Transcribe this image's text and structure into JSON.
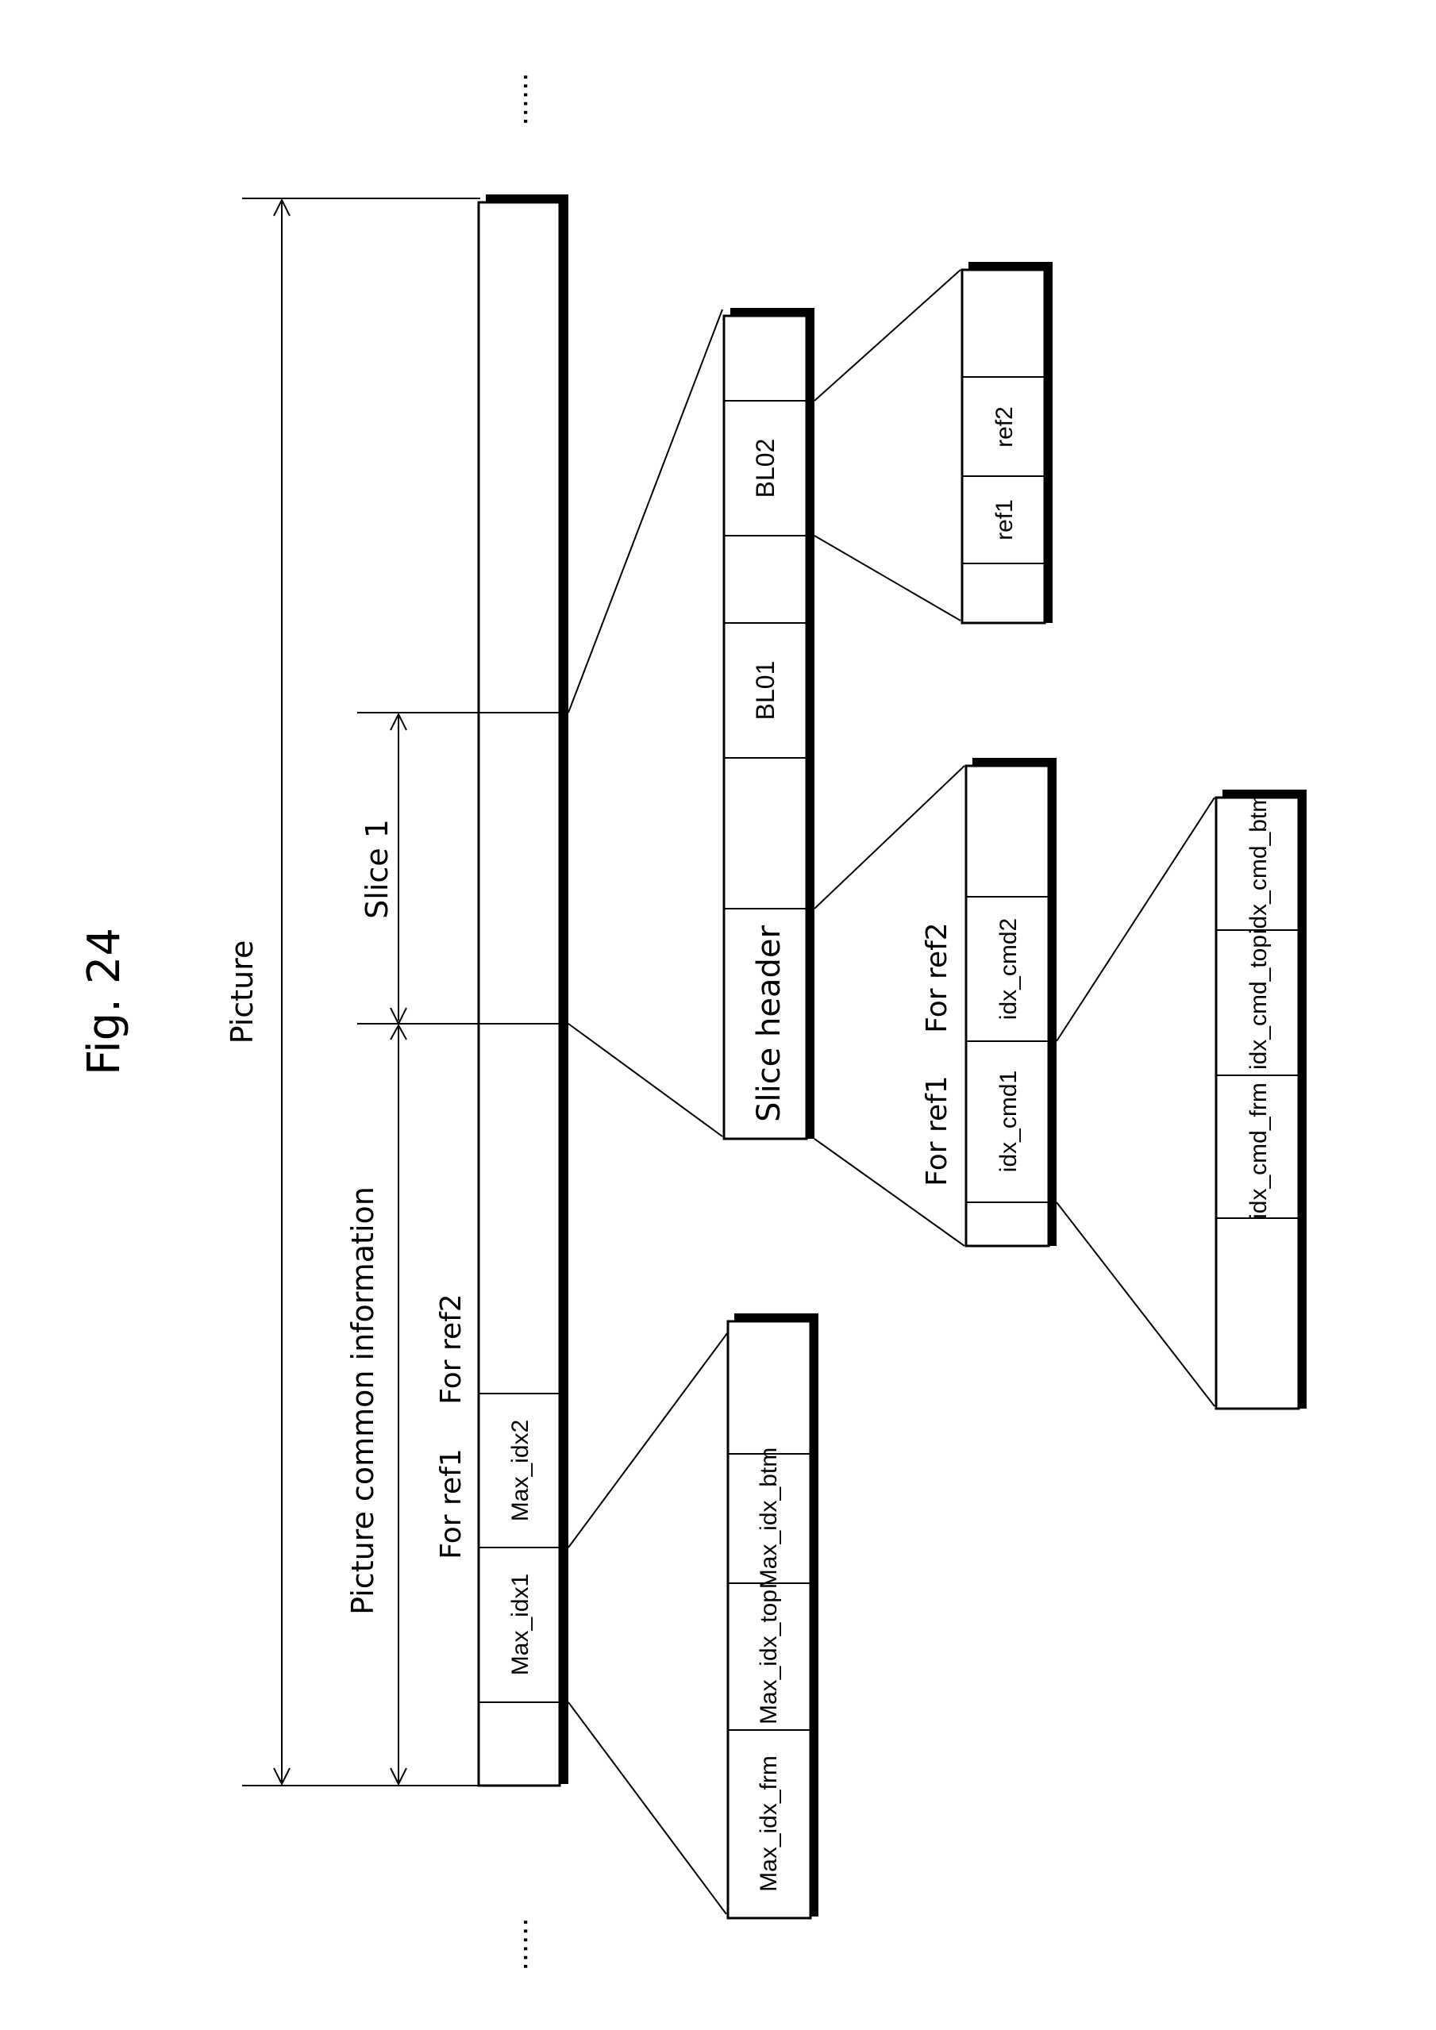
{
  "figure": {
    "title": "Fig. 24",
    "ellipsis": "......"
  },
  "dimensions": {
    "picture": "Picture",
    "picture_common_information": "Picture common information",
    "slice1": "Slice 1"
  },
  "labels": {
    "for_ref1": "For ref1",
    "for_ref2": "For ref2"
  },
  "main_stream": {
    "segments": [
      "",
      "",
      "",
      "Max_idx1",
      "Max_idx2",
      "",
      "",
      ""
    ]
  },
  "common_info_detail": {
    "cells": [
      "Max_idx_frm",
      "Max_idx_top",
      "Max_idx_btm"
    ]
  },
  "slice_stream": {
    "cells": [
      "Slice header",
      "",
      "BL01",
      "",
      "BL02",
      ""
    ]
  },
  "slice_header_detail": {
    "cells": [
      "",
      "idx_cmd1",
      "idx_cmd2",
      ""
    ]
  },
  "idx_cmd_detail": {
    "cells": [
      "idx_cmd_frm",
      "idx_cmd_top",
      "idx_cmd_btm"
    ]
  },
  "block_detail": {
    "cells": [
      "",
      "ref1",
      "ref2",
      ""
    ]
  }
}
